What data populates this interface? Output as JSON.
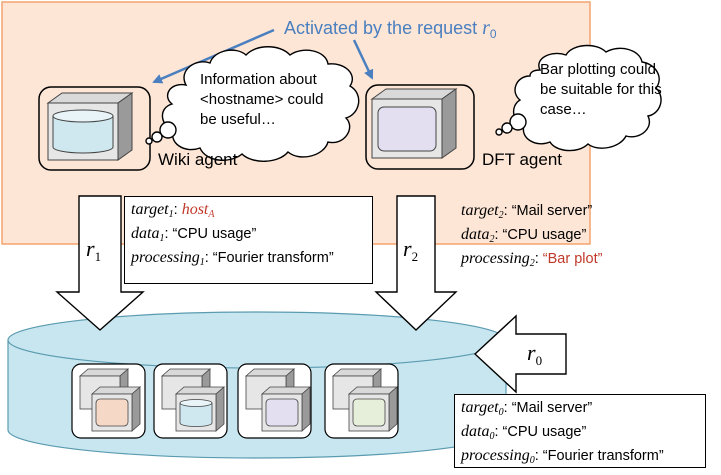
{
  "colors": {
    "activation_region": "#fde6d6",
    "activation_border": "#f3a36e",
    "title_blue": "#4a7fc0",
    "highlight_red": "#c0392b",
    "pool_fill": "#c8e6ef",
    "wiki_agent_face": "#cfe8f0",
    "dft_agent_face": "#e4dff0",
    "pool_faces": [
      "#f5d9c6",
      "#cfe8f0",
      "#e4dff0",
      "#e6efd9"
    ]
  },
  "activation": {
    "title_prefix": "Activated by the request ",
    "title_var": "r",
    "title_sub": "0"
  },
  "wiki_agent": {
    "name": "Wiki agent",
    "thought_lines": [
      "Information about",
      "<hostname> could",
      "be useful…"
    ]
  },
  "dft_agent": {
    "name": "DFT agent",
    "thought_lines": [
      "Bar plotting could",
      "be suitable for this",
      "case…"
    ]
  },
  "requests": {
    "r1": {
      "var": "r",
      "sub": "1"
    },
    "r2": {
      "var": "r",
      "sub": "2"
    },
    "r0": {
      "var": "r",
      "sub": "0"
    }
  },
  "request_boxes": {
    "r1": {
      "target_key": "target",
      "target_sub": "1",
      "target_value": "host",
      "target_value_sub": "A",
      "data_key": "data",
      "data_sub": "1",
      "data_value": "“CPU usage”",
      "processing_key": "processing",
      "processing_sub": "1",
      "processing_value": "“Fourier transform”"
    },
    "r2": {
      "target_key": "target",
      "target_sub": "2",
      "target_value": "“Mail server”",
      "data_key": "data",
      "data_sub": "2",
      "data_value": "“CPU usage”",
      "processing_key": "processing",
      "processing_sub": "2",
      "processing_value": "“Bar plot”"
    },
    "r0": {
      "target_key": "target",
      "target_sub": "0",
      "target_value": "“Mail server”",
      "data_key": "data",
      "data_sub": "0",
      "data_value": "“CPU usage”",
      "processing_key": "processing",
      "processing_sub": "0",
      "processing_value": "“Fourier transform”"
    }
  },
  "punctuation": {
    "colon": ": "
  }
}
